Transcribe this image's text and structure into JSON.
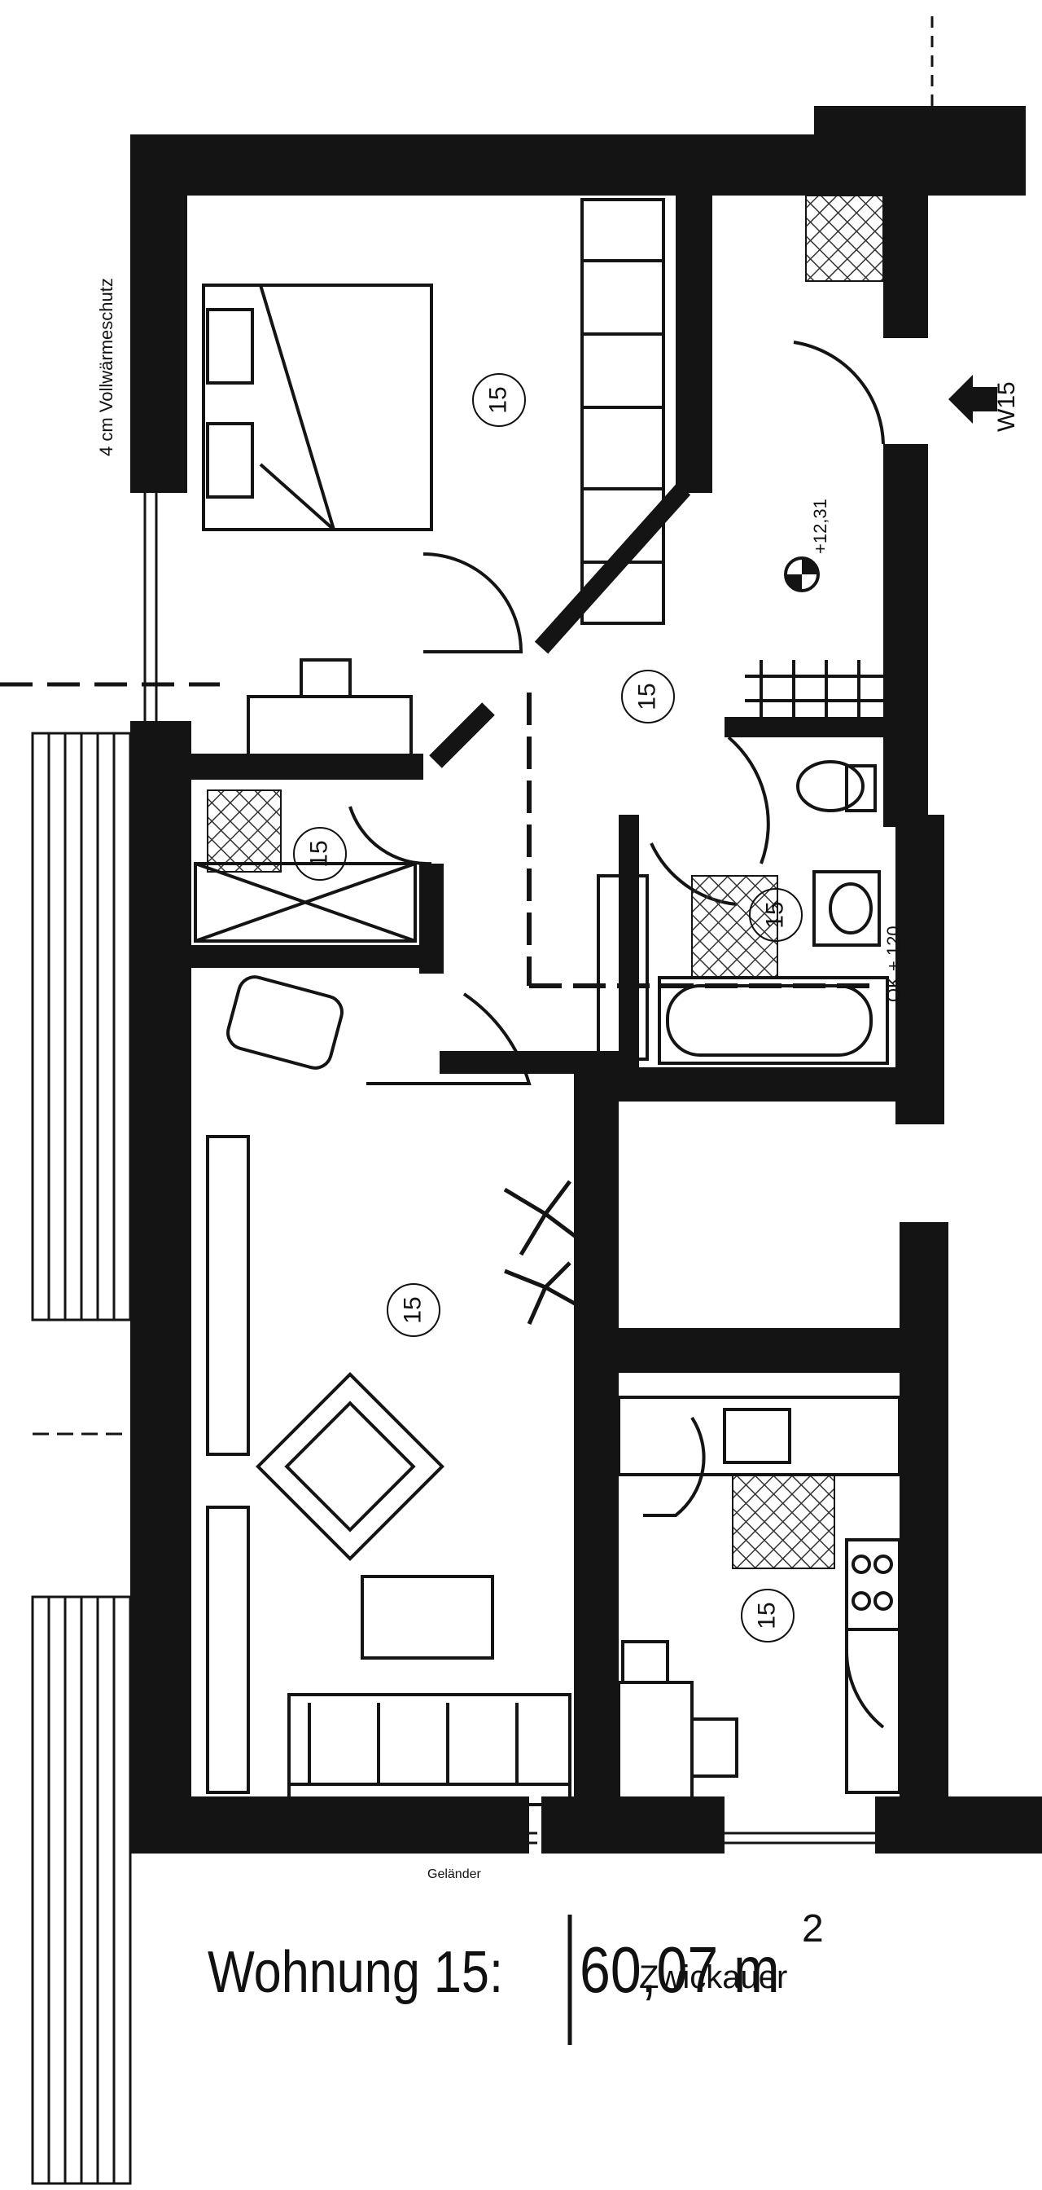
{
  "plan": {
    "title": "Wohnung 15:",
    "area": "60,07 m",
    "area_sup": "2",
    "overlay_text": "Zwickauer",
    "insulation_note": "4 cm Vollwärmeschutz",
    "wall_tag": "W15",
    "level_marker": "+12,31",
    "bath_note": "OK + 120",
    "window_note": "Geländer",
    "room_number": "15"
  }
}
